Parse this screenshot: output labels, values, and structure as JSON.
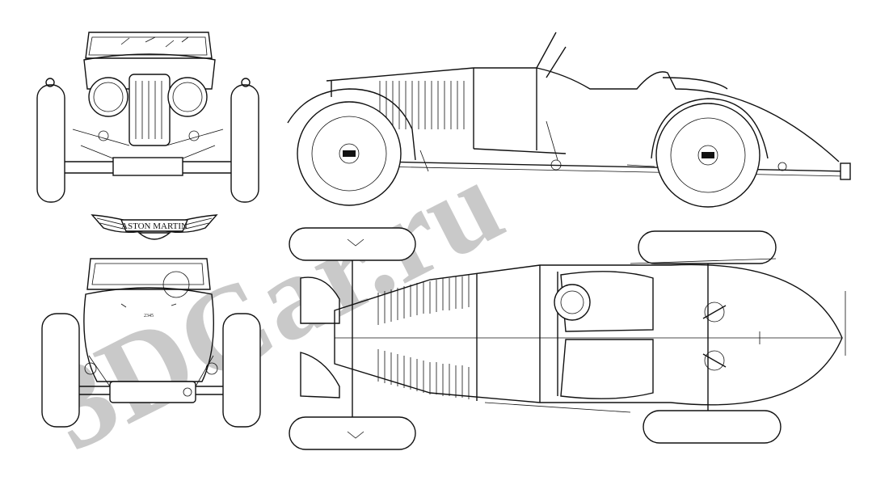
{
  "badge": {
    "text": "ASTON MARTIN"
  },
  "watermark": {
    "text": "3DCar.ru"
  },
  "colors": {
    "line": "#111111",
    "paper": "#ffffff",
    "watermark": "#c9c9c9"
  },
  "views": [
    {
      "id": "front",
      "name": "front-view"
    },
    {
      "id": "side",
      "name": "side-view"
    },
    {
      "id": "rear",
      "name": "rear-view"
    },
    {
      "id": "top",
      "name": "top-view"
    }
  ]
}
